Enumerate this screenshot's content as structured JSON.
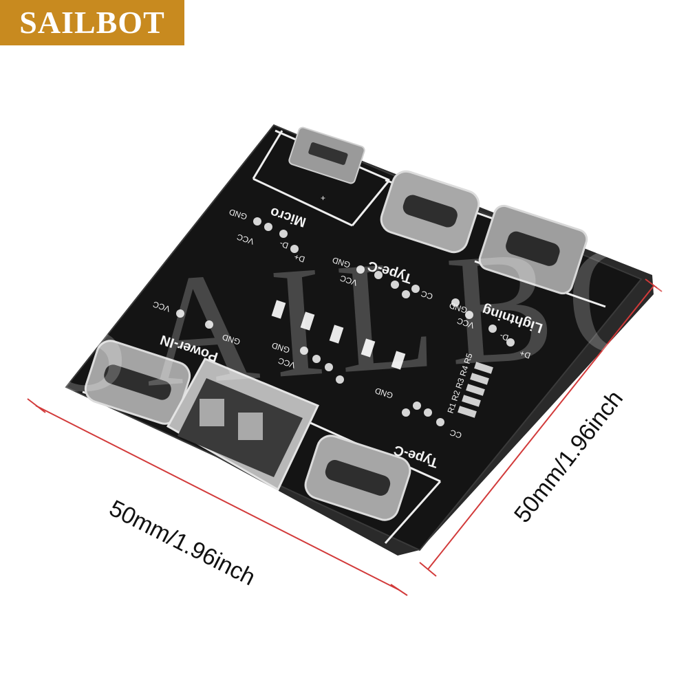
{
  "brand": {
    "name": "SAILBOT",
    "color": "#c88a1f"
  },
  "watermark": "SAILBOT",
  "board": {
    "color": "#141414",
    "silkscreen_color": "#f2f2f2",
    "sections": {
      "micro": "Micro",
      "type_c_top": "Type-C",
      "lightning": "Lightning",
      "power_in": "Power-IN",
      "type_c_bottom": "Type-C"
    },
    "pins": {
      "gnd": "GND",
      "vcc": "VCC",
      "dminus": "D-",
      "dplus": "D+",
      "cc": "CC"
    },
    "resistors": [
      "R5",
      "R4",
      "R3",
      "R2",
      "R1"
    ],
    "micro_plus": "+"
  },
  "dimensions": {
    "width_label": "50mm/1.96inch",
    "height_label": "50mm/1.96inch",
    "line_color": "#d23a3a"
  }
}
